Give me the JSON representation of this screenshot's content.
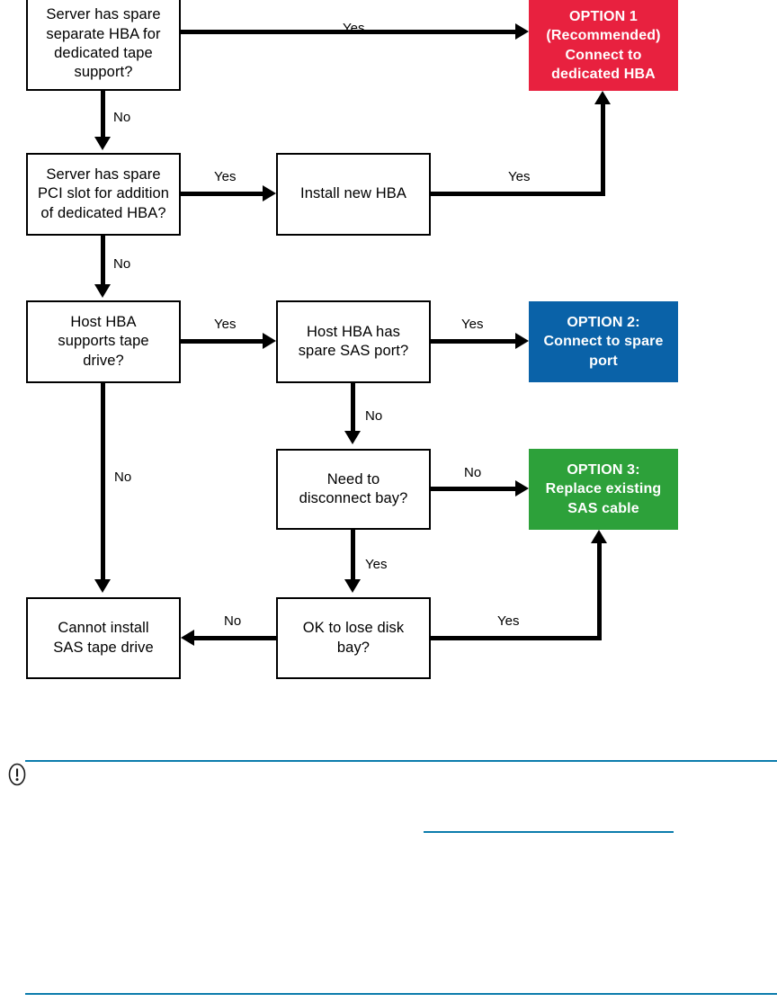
{
  "diagram": {
    "title": "SAS tape drive connection decision flowchart",
    "colors": {
      "option1_bg": "#e8213f",
      "option2_bg": "#0a62a8",
      "option3_bg": "#2da13a",
      "box_border": "#000000",
      "connector": "#000000",
      "rule_teal": "#0b7cac"
    },
    "nodes": [
      {
        "id": "spare_hba",
        "label": "Server has spare\nseparate HBA for\ndedicated tape\nsupport?",
        "kind": "decision"
      },
      {
        "id": "option1",
        "label": "OPTION 1\n(Recommended)\nConnect to\ndedicated HBA",
        "kind": "option"
      },
      {
        "id": "spare_pci",
        "label": "Server has spare\nPCI slot for addition\nof dedicated HBA?",
        "kind": "decision"
      },
      {
        "id": "install_hba",
        "label": "Install new HBA",
        "kind": "process"
      },
      {
        "id": "supports_tape",
        "label": "Host HBA\nsupports tape\ndrive?",
        "kind": "decision"
      },
      {
        "id": "spare_sas_port",
        "label": "Host HBA has\nspare SAS port?",
        "kind": "decision"
      },
      {
        "id": "option2",
        "label": "OPTION 2:\nConnect to spare\nport",
        "kind": "option"
      },
      {
        "id": "disconnect_bay",
        "label": "Need to\ndisconnect bay?",
        "kind": "decision"
      },
      {
        "id": "option3",
        "label": "OPTION 3:\nReplace existing\nSAS cable",
        "kind": "option"
      },
      {
        "id": "cannot_install",
        "label": "Cannot install\nSAS tape drive",
        "kind": "terminal"
      },
      {
        "id": "ok_lose_bay",
        "label": "OK to lose disk\nbay?",
        "kind": "decision"
      }
    ],
    "edge_labels": {
      "spare_hba_yes": "Yes",
      "spare_hba_no": "No",
      "spare_pci_yes": "Yes",
      "spare_pci_no": "No",
      "install_hba_yes": "Yes",
      "supports_tape_yes": "Yes",
      "supports_tape_no": "No",
      "spare_sas_port_yes": "Yes",
      "spare_sas_port_no": "No",
      "disconnect_bay_no": "No",
      "disconnect_bay_yes": "Yes",
      "ok_lose_bay_no": "No",
      "ok_lose_bay_yes": "Yes"
    }
  },
  "note": {
    "icon": "important-icon",
    "text": ""
  }
}
